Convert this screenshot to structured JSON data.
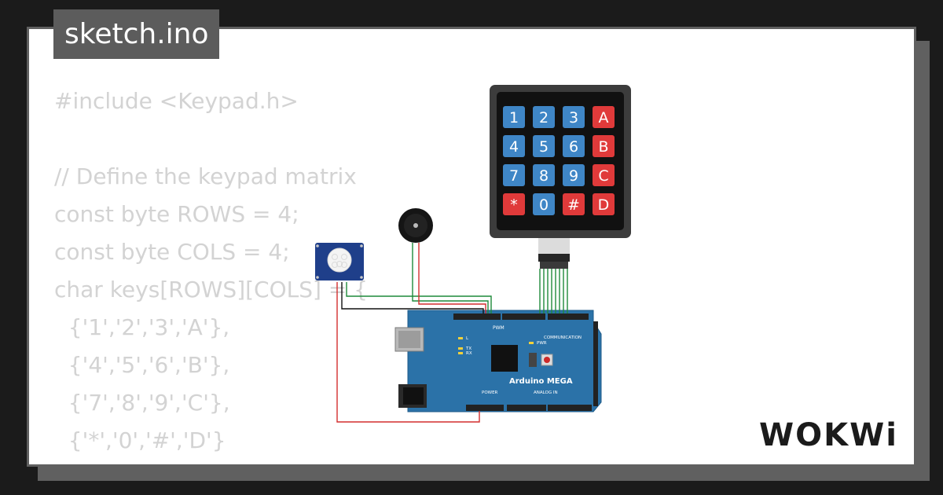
{
  "title": "sketch.ino",
  "code_lines": [
    "#include <Keypad.h>",
    "",
    "// Define the keypad matrix",
    "const byte ROWS = 4;",
    "const byte COLS = 4;",
    "char keys[ROWS][COLS] = {",
    "  {'1','2','3','A'},",
    "  {'4','5','6','B'},",
    "  {'7','8','9','C'},",
    "  {'*','0','#','D'}",
    "};"
  ],
  "keypad_keys": [
    "1",
    "2",
    "3",
    "A",
    "4",
    "5",
    "6",
    "B",
    "7",
    "8",
    "9",
    "C",
    "*",
    "0",
    "#",
    "D"
  ],
  "board_label": "Arduino MEGA",
  "board_text": {
    "pwm": "PWM",
    "communication": "COMMUNICATION",
    "power": "POWER",
    "analog_in": "ANALOG IN",
    "l": "L",
    "tx": "TX",
    "rx": "RX",
    "pwr": "PWR"
  },
  "logo": "WOKWi",
  "colors": {
    "key_blue": "#3f86c6",
    "key_red": "#e03a3a",
    "board": "#2b72a8",
    "wire_green": "#1e8a3a",
    "wire_red": "#d32f2f",
    "wire_black": "#111111"
  }
}
